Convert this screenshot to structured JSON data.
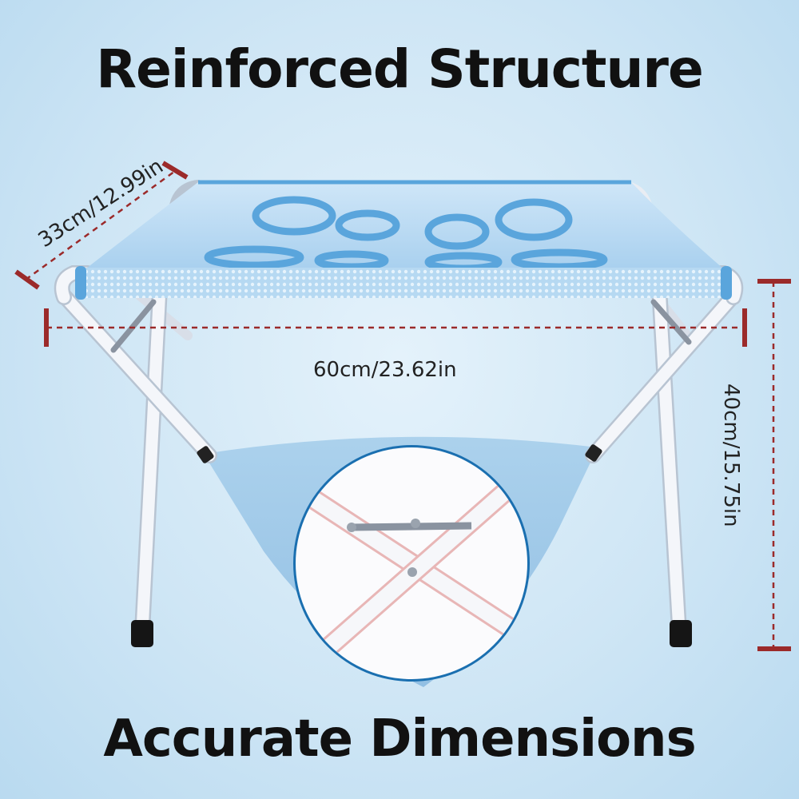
{
  "headline_top": "Reinforced Structure",
  "headline_bottom": "Accurate Dimensions",
  "dimensions": {
    "depth": "33cm/12.99in",
    "width": "60cm/23.62in",
    "height": "40cm/15.75in"
  },
  "colors": {
    "dimension_line": "#9b2a2a",
    "seat_fabric": "#a9d2ef",
    "seat_trim": "#5aa5dc",
    "frame": "#f4f6fa",
    "frame_shadow": "#b8c4d2",
    "feet": "#151515",
    "headline": "#111111"
  }
}
